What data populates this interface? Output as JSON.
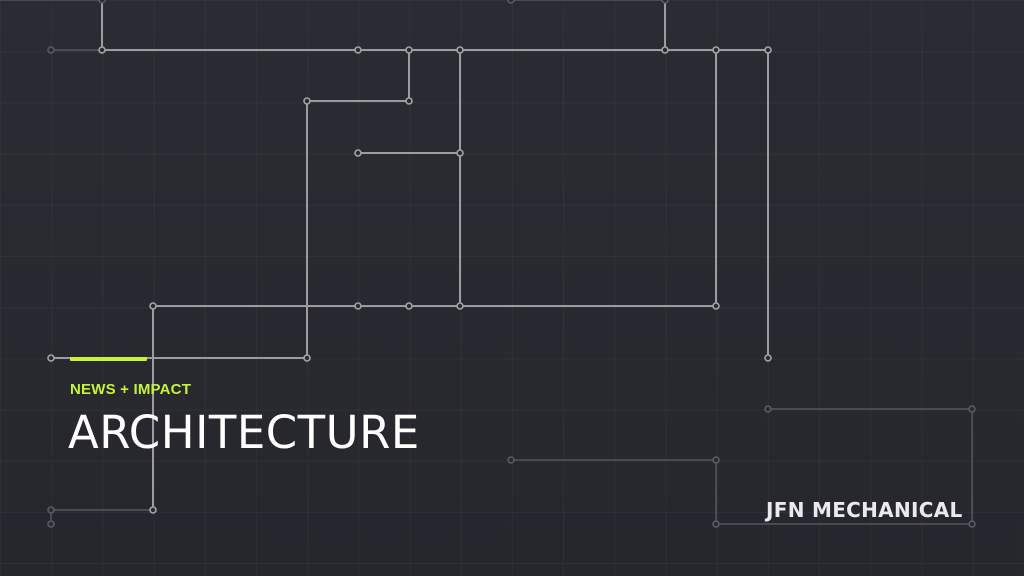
{
  "slide": {
    "eyebrow": "NEWS + IMPACT",
    "title": "ARCHITECTURE",
    "brand": "JFN MECHANICAL"
  },
  "colors": {
    "background": "#2a2a31",
    "accent": "#c6f23a",
    "title": "#ffffff",
    "circuit_line": "#8a8a90"
  }
}
